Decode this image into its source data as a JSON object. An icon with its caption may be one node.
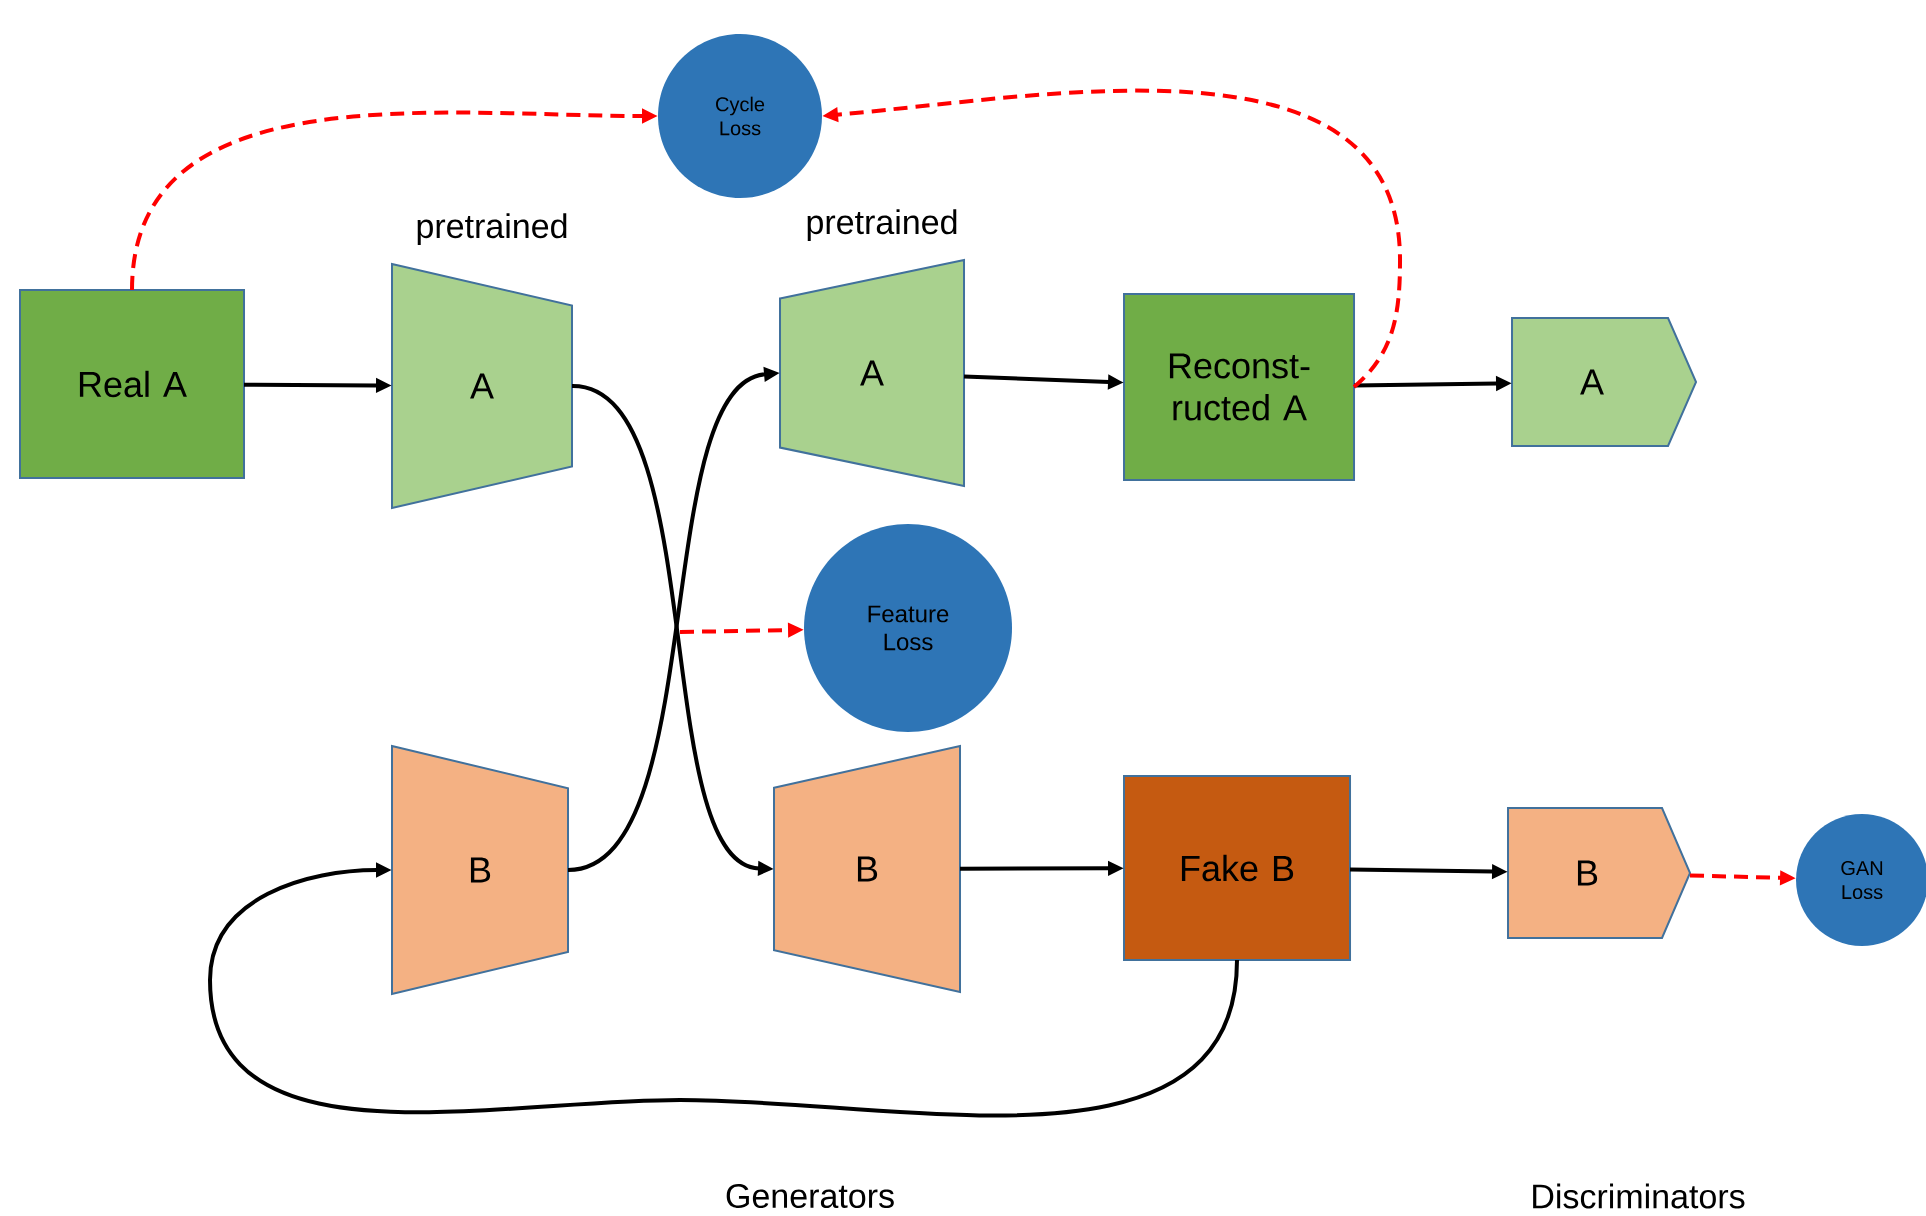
{
  "diagram": {
    "nodes": [
      {
        "text": [
          "Real A"
        ]
      },
      {
        "text": [
          "A"
        ],
        "beside": [
          "pretrained"
        ]
      },
      {
        "text": [
          "A"
        ],
        "beside": [
          "pretrained"
        ]
      },
      {
        "text": [
          "Reconst- ructed A"
        ]
      },
      {
        "text": [
          "A"
        ]
      },
      {
        "text": [
          "Cycle Loss"
        ]
      },
      {
        "text": [
          "Feature Loss"
        ]
      },
      {
        "text": [
          "B"
        ]
      },
      {
        "text": [
          "B"
        ]
      },
      {
        "text": [
          "Fake B"
        ]
      },
      {
        "text": [
          "B"
        ]
      },
      {
        "text": [
          "GAN Loss"
        ]
      }
    ],
    "edges": [
      {
        "from": 0,
        "to": 1,
        "arrow": "to"
      },
      {
        "from": 1,
        "to": 8,
        "arrow": "to"
      },
      {
        "from": 7,
        "to": 2,
        "arrow": "to"
      },
      {
        "from": 2,
        "to": 3,
        "arrow": "to"
      },
      {
        "from": 3,
        "to": 4,
        "arrow": "to"
      },
      {
        "from": 8,
        "to": 9,
        "arrow": "to"
      },
      {
        "from": 9,
        "to": 10,
        "arrow": "to"
      },
      {
        "from": 9,
        "to": 7,
        "arrow": "to"
      },
      {
        "from": 0,
        "to": 5,
        "arrow": "to",
        "style": "dashed",
        "color": "#ff0000"
      },
      {
        "from": 3,
        "to": 5,
        "arrow": "to",
        "style": "dashed",
        "color": "#ff0000"
      },
      {
        "from": null,
        "to": 6,
        "arrow": "to",
        "style": "dashed",
        "color": "#ff0000"
      },
      {
        "from": 10,
        "to": 11,
        "arrow": "to",
        "style": "dashed",
        "color": "#ff0000"
      }
    ],
    "labels": [
      "Generators",
      "Discriminators"
    ]
  }
}
